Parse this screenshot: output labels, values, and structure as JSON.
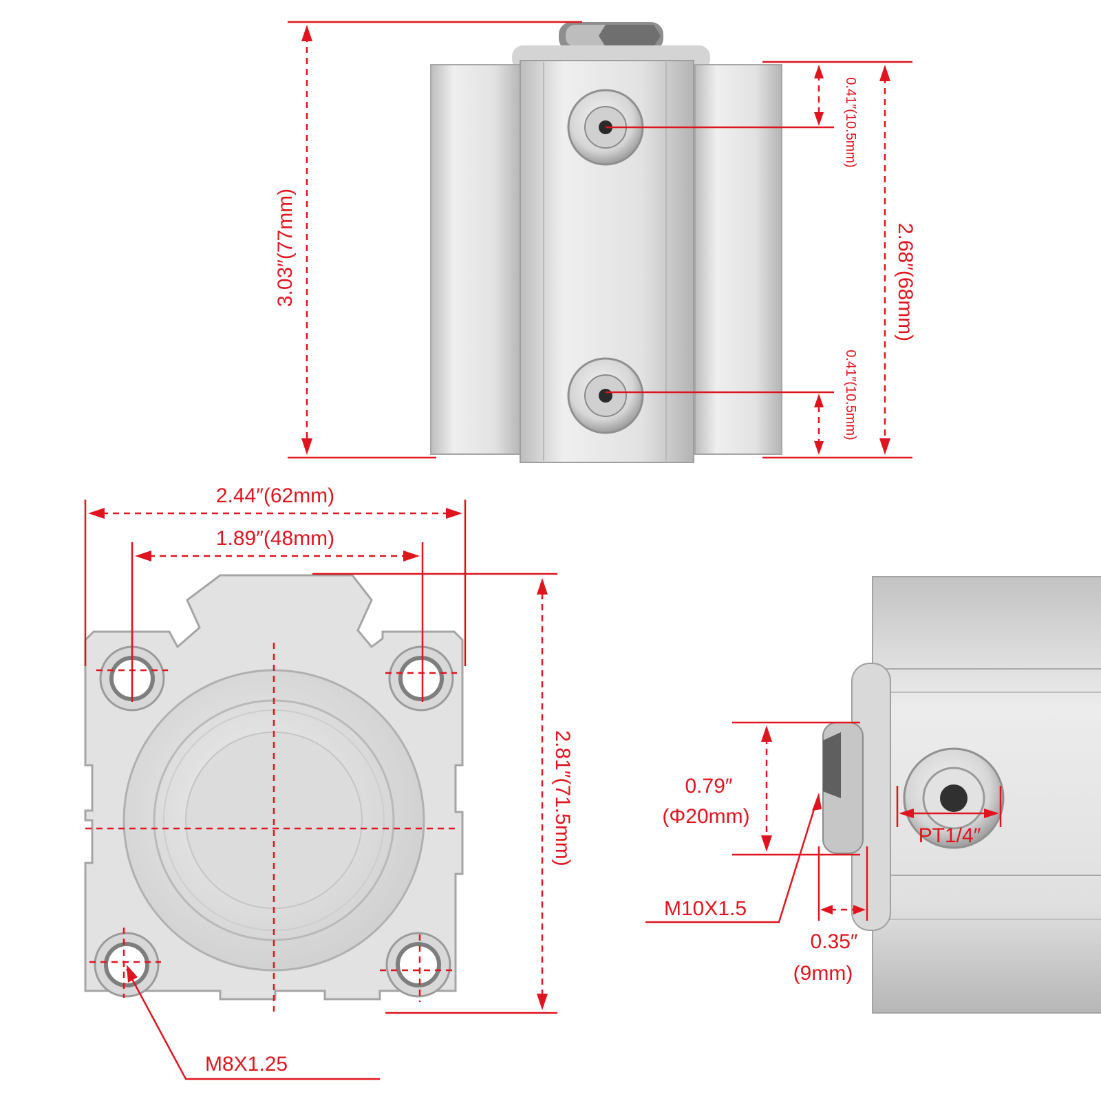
{
  "views": {
    "front": {
      "height_total": "3.03″(77mm)",
      "body_height": "2.68″(68mm)",
      "port_offset_top": "0.41″(10.5mm)",
      "port_offset_bottom": "0.41″(10.5mm)"
    },
    "end": {
      "width_total": "2.44″(62mm)",
      "hole_pitch": "1.89″(48mm)",
      "height_total": "2.81″(71.5mm)",
      "mount_thread": "M8X1.25"
    },
    "side": {
      "rod_diameter_in": "0.79″",
      "rod_diameter_mm": "(Φ20mm)",
      "rod_thread": "M10X1.5",
      "rod_extension_in": "0.35″",
      "rod_extension_mm": "(9mm)",
      "port_thread": "PT1/4″"
    }
  },
  "colors": {
    "dimension": "#e0141e",
    "metal_light": "#e6e6e6",
    "metal_dark": "#a9a9a9"
  }
}
